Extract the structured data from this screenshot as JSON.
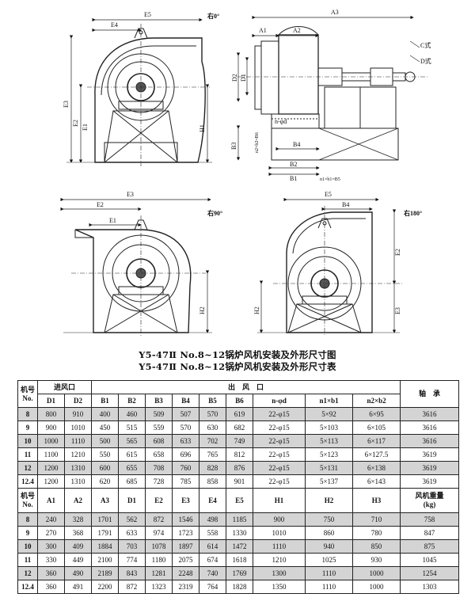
{
  "figure": {
    "top_left": {
      "labels": {
        "e5": "E5",
        "e4": "E4",
        "e3": "E3",
        "e2": "E2",
        "e1": "E1",
        "h1": "H1",
        "orient": "右0°"
      }
    },
    "top_right": {
      "labels": {
        "a3": "A3",
        "a1": "A1",
        "a2": "A2",
        "c": "C式",
        "d": "D式",
        "d2": "D2",
        "d1": "D1",
        "nd": "n-φd",
        "b3": "B3",
        "b4": "B4",
        "b2": "B2",
        "b1": "B1",
        "n1b1": "n1×b1=B5",
        "n2b2": "n2×b2=B6"
      }
    },
    "bottom_left": {
      "labels": {
        "e3": "E3",
        "e2": "E2",
        "e1": "E1",
        "h2": "H2",
        "orient": "右90°"
      }
    },
    "bottom_right": {
      "labels": {
        "e5": "E5",
        "b4": "B4",
        "e2": "E2",
        "e3": "E3",
        "h2": "H2",
        "orient": "右180°"
      }
    }
  },
  "titles": {
    "line1": "Y5-47Ⅱ No.8~12锅炉风机安装及外形尺寸图",
    "line2": "Y5-47Ⅱ No.8~12锅炉风机安装及外形尺寸表"
  },
  "table1": {
    "machine_no": "机号",
    "no": "No.",
    "inlet": "进风口",
    "outlet": "出　风　口",
    "bearing": "轴　承",
    "columns": [
      "D1",
      "D2",
      "B1",
      "B2",
      "B3",
      "B4",
      "B5",
      "B6",
      "n-φd",
      "n1×b1",
      "n2×b2"
    ],
    "rows": [
      {
        "no": "8",
        "cells": [
          "800",
          "910",
          "400",
          "460",
          "509",
          "507",
          "570",
          "619",
          "22-φ15",
          "5×92",
          "6×95",
          "3616"
        ]
      },
      {
        "no": "9",
        "cells": [
          "900",
          "1010",
          "450",
          "515",
          "559",
          "570",
          "630",
          "682",
          "22-φ15",
          "5×103",
          "6×105",
          "3616"
        ]
      },
      {
        "no": "10",
        "cells": [
          "1000",
          "1110",
          "500",
          "565",
          "608",
          "633",
          "702",
          "749",
          "22-φ15",
          "5×113",
          "6×117",
          "3616"
        ]
      },
      {
        "no": "11",
        "cells": [
          "1100",
          "1210",
          "550",
          "615",
          "658",
          "696",
          "765",
          "812",
          "22-φ15",
          "5×123",
          "6×127.5",
          "3619"
        ]
      },
      {
        "no": "12",
        "cells": [
          "1200",
          "1310",
          "600",
          "655",
          "708",
          "760",
          "828",
          "876",
          "22-φ15",
          "5×131",
          "6×138",
          "3619"
        ]
      },
      {
        "no": "12.4",
        "cells": [
          "1200",
          "1310",
          "620",
          "685",
          "728",
          "785",
          "858",
          "901",
          "22-φ15",
          "5×137",
          "6×143",
          "3619"
        ]
      }
    ]
  },
  "table2": {
    "machine_no": "机号",
    "no": "No.",
    "columns": [
      "A1",
      "A2",
      "A3",
      "D1",
      "E2",
      "E3",
      "E4",
      "E5",
      "H1",
      "H2",
      "H3"
    ],
    "weight_line1": "风机重量",
    "weight_line2": "(kg)",
    "rows": [
      {
        "no": "8",
        "cells": [
          "240",
          "328",
          "1701",
          "562",
          "872",
          "1546",
          "498",
          "1185",
          "900",
          "750",
          "710",
          "758"
        ]
      },
      {
        "no": "9",
        "cells": [
          "270",
          "368",
          "1791",
          "633",
          "974",
          "1723",
          "558",
          "1330",
          "1010",
          "860",
          "780",
          "847"
        ]
      },
      {
        "no": "10",
        "cells": [
          "300",
          "409",
          "1884",
          "703",
          "1078",
          "1897",
          "614",
          "1472",
          "1110",
          "940",
          "850",
          "875"
        ]
      },
      {
        "no": "11",
        "cells": [
          "330",
          "449",
          "2100",
          "774",
          "1180",
          "2075",
          "674",
          "1618",
          "1210",
          "1025",
          "930",
          "1045"
        ]
      },
      {
        "no": "12",
        "cells": [
          "360",
          "490",
          "2189",
          "843",
          "1281",
          "2248",
          "740",
          "1769",
          "1300",
          "1110",
          "1000",
          "1254"
        ]
      },
      {
        "no": "12.4",
        "cells": [
          "360",
          "491",
          "2200",
          "872",
          "1323",
          "2319",
          "764",
          "1828",
          "1350",
          "1110",
          "1000",
          "1303"
        ]
      }
    ]
  }
}
